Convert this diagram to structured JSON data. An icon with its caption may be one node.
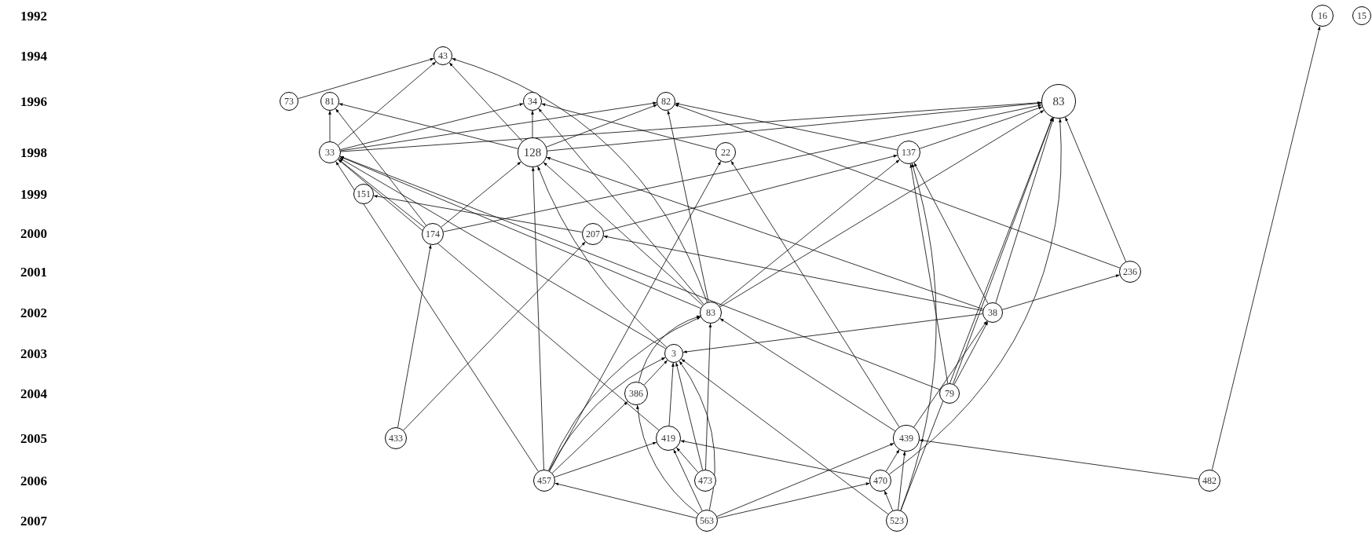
{
  "diagram": {
    "nodes": [
      {
        "text": [
          "16"
        ]
      },
      {
        "text": [
          "15"
        ]
      },
      {
        "text": [
          "43"
        ]
      },
      {
        "text": [
          "73"
        ]
      },
      {
        "text": [
          "81"
        ]
      },
      {
        "text": [
          "34"
        ]
      },
      {
        "text": [
          "82"
        ]
      },
      {
        "text": [
          "83"
        ]
      },
      {
        "text": [
          "33"
        ]
      },
      {
        "text": [
          "128"
        ]
      },
      {
        "text": [
          "22"
        ]
      },
      {
        "text": [
          "137"
        ]
      },
      {
        "text": [
          "151"
        ]
      },
      {
        "text": [
          "174"
        ]
      },
      {
        "text": [
          "207"
        ]
      },
      {
        "text": [
          "236"
        ]
      },
      {
        "text": [
          "83"
        ]
      },
      {
        "text": [
          "38"
        ]
      },
      {
        "text": [
          "3"
        ]
      },
      {
        "text": [
          "386"
        ]
      },
      {
        "text": [
          "79"
        ]
      },
      {
        "text": [
          "433"
        ]
      },
      {
        "text": [
          "419"
        ]
      },
      {
        "text": [
          "439"
        ]
      },
      {
        "text": [
          "457"
        ]
      },
      {
        "text": [
          "473"
        ]
      },
      {
        "text": [
          "470"
        ]
      },
      {
        "text": [
          "482"
        ]
      },
      {
        "text": [
          "563"
        ]
      },
      {
        "text": [
          "523"
        ]
      }
    ],
    "edges": [
      {
        "from": 3,
        "to": 2,
        "arrow": "to"
      },
      {
        "from": 8,
        "to": 2,
        "arrow": "to"
      },
      {
        "from": 9,
        "to": 2,
        "arrow": "to"
      },
      {
        "from": 16,
        "to": 2,
        "arrow": "to"
      },
      {
        "from": 8,
        "to": 4,
        "arrow": "to"
      },
      {
        "from": 9,
        "to": 4,
        "arrow": "to"
      },
      {
        "from": 13,
        "to": 4,
        "arrow": "to"
      },
      {
        "from": 8,
        "to": 5,
        "arrow": "to"
      },
      {
        "from": 8,
        "to": 6,
        "arrow": "to"
      },
      {
        "from": 8,
        "to": 7,
        "arrow": "to"
      },
      {
        "from": 9,
        "to": 5,
        "arrow": "to"
      },
      {
        "from": 9,
        "to": 6,
        "arrow": "to"
      },
      {
        "from": 9,
        "to": 7,
        "arrow": "to"
      },
      {
        "from": 10,
        "to": 5,
        "arrow": "to"
      },
      {
        "from": 11,
        "to": 6,
        "arrow": "to"
      },
      {
        "from": 16,
        "to": 5,
        "arrow": "to"
      },
      {
        "from": 16,
        "to": 6,
        "arrow": "to"
      },
      {
        "from": 15,
        "to": 6,
        "arrow": "to"
      },
      {
        "from": 15,
        "to": 7,
        "arrow": "to"
      },
      {
        "from": 17,
        "to": 9,
        "arrow": "to"
      },
      {
        "from": 17,
        "to": 14,
        "arrow": "to"
      },
      {
        "from": 17,
        "to": 7,
        "arrow": "to"
      },
      {
        "from": 17,
        "to": 11,
        "arrow": "to"
      },
      {
        "from": 17,
        "to": 15,
        "arrow": "to"
      },
      {
        "from": 20,
        "to": 11,
        "arrow": "to"
      },
      {
        "from": 20,
        "to": 17,
        "arrow": "to"
      },
      {
        "from": 20,
        "to": 7,
        "arrow": "to"
      },
      {
        "from": 20,
        "to": 8,
        "arrow": "to"
      },
      {
        "from": 23,
        "to": 17,
        "arrow": "to"
      },
      {
        "from": 23,
        "to": 10,
        "arrow": "to"
      },
      {
        "from": 23,
        "to": 16,
        "arrow": "to"
      },
      {
        "from": 26,
        "to": 23,
        "arrow": "to"
      },
      {
        "from": 26,
        "to": 22,
        "arrow": "to"
      },
      {
        "from": 26,
        "to": 7,
        "arrow": "to"
      },
      {
        "from": 29,
        "to": 26,
        "arrow": "to"
      },
      {
        "from": 29,
        "to": 23,
        "arrow": "to"
      },
      {
        "from": 29,
        "to": 11,
        "arrow": "to"
      },
      {
        "from": 29,
        "to": 18,
        "arrow": "to"
      },
      {
        "from": 29,
        "to": 7,
        "arrow": "to"
      },
      {
        "from": 28,
        "to": 24,
        "arrow": "to"
      },
      {
        "from": 28,
        "to": 22,
        "arrow": "to"
      },
      {
        "from": 28,
        "to": 19,
        "arrow": "to"
      },
      {
        "from": 28,
        "to": 18,
        "arrow": "to"
      },
      {
        "from": 28,
        "to": 23,
        "arrow": "to"
      },
      {
        "from": 28,
        "to": 26,
        "arrow": "to"
      },
      {
        "from": 25,
        "to": 22,
        "arrow": "to"
      },
      {
        "from": 25,
        "to": 18,
        "arrow": "to"
      },
      {
        "from": 25,
        "to": 16,
        "arrow": "to"
      },
      {
        "from": 22,
        "to": 18,
        "arrow": "to"
      },
      {
        "from": 22,
        "to": 8,
        "arrow": "to"
      },
      {
        "from": 19,
        "to": 18,
        "arrow": "to"
      },
      {
        "from": 19,
        "to": 16,
        "arrow": "to"
      },
      {
        "from": 24,
        "to": 19,
        "arrow": "to"
      },
      {
        "from": 24,
        "to": 22,
        "arrow": "to"
      },
      {
        "from": 24,
        "to": 18,
        "arrow": "to"
      },
      {
        "from": 24,
        "to": 16,
        "arrow": "to"
      },
      {
        "from": 24,
        "to": 10,
        "arrow": "to"
      },
      {
        "from": 24,
        "to": 8,
        "arrow": "to"
      },
      {
        "from": 24,
        "to": 9,
        "arrow": "to"
      },
      {
        "from": 21,
        "to": 13,
        "arrow": "to"
      },
      {
        "from": 21,
        "to": 14,
        "arrow": "to"
      },
      {
        "from": 14,
        "to": 12,
        "arrow": "to"
      },
      {
        "from": 14,
        "to": 11,
        "arrow": "to"
      },
      {
        "from": 16,
        "to": 8,
        "arrow": "to"
      },
      {
        "from": 16,
        "to": 11,
        "arrow": "to"
      },
      {
        "from": 16,
        "to": 7,
        "arrow": "to"
      },
      {
        "from": 16,
        "to": 9,
        "arrow": "to"
      },
      {
        "from": 18,
        "to": 8,
        "arrow": "to"
      },
      {
        "from": 18,
        "to": 9,
        "arrow": "to"
      },
      {
        "from": 17,
        "to": 18,
        "arrow": "to"
      },
      {
        "from": 13,
        "to": 9,
        "arrow": "to"
      },
      {
        "from": 13,
        "to": 7,
        "arrow": "to"
      },
      {
        "from": 13,
        "to": 8,
        "arrow": "to"
      },
      {
        "from": 27,
        "to": 0,
        "arrow": "to"
      },
      {
        "from": 27,
        "to": 23,
        "arrow": "to"
      },
      {
        "from": 11,
        "to": 7,
        "arrow": "to"
      }
    ],
    "labels": [
      "1992",
      "1994",
      "1996",
      "1998",
      "1999",
      "2000",
      "2001",
      "2002",
      "2003",
      "2004",
      "2005",
      "2006",
      "2007"
    ]
  }
}
